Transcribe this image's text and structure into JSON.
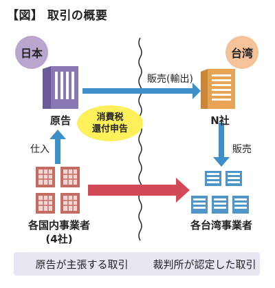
{
  "title": "【図】 取引の概要",
  "regions": {
    "japan": "日本",
    "taiwan": "台湾"
  },
  "nodes": {
    "plaintiff": "原告",
    "n_company": "N社",
    "domestic_suppliers": "各国内事業者",
    "domestic_count": "(4社)",
    "taiwan_suppliers": "各台湾事業者"
  },
  "flows": {
    "sales_export": "販売(輸出)",
    "sales": "販売",
    "purchase": "仕入"
  },
  "tax_bubble": {
    "line1": "消費税",
    "line2": "還付申告"
  },
  "legend": {
    "blue_label": "原告が主張する取引",
    "red_label": "裁判所が認定した取引"
  },
  "colors": {
    "japan_circle": "#b8a6cf",
    "taiwan_circle": "#f5c29a",
    "blue_arrow": "#3d8fc7",
    "red_arrow": "#d24a5a",
    "highlight": "#fdf05b"
  }
}
